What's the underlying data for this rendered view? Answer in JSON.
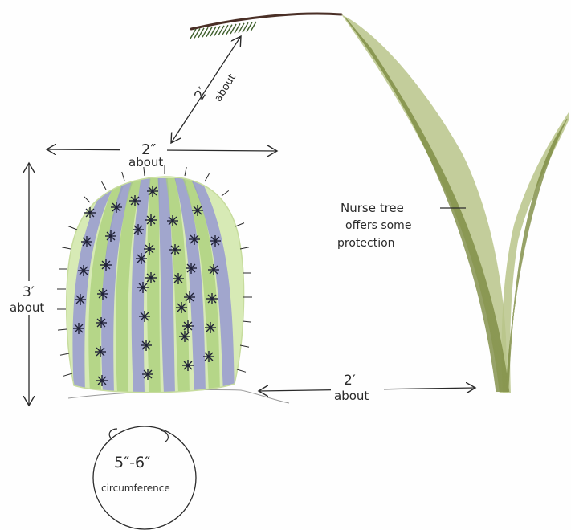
{
  "labels": {
    "top_distance_value": "2′",
    "top_distance_qualifier": "about",
    "width_value": "2″",
    "width_qualifier": "about",
    "height_value": "3′",
    "height_qualifier": "about",
    "ground_distance_value": "2′",
    "ground_distance_qualifier": "about",
    "nurse_tree_line1": "Nurse tree",
    "nurse_tree_line2": "offers some",
    "nurse_tree_line3": "protection",
    "circumference_value": "5″-6″",
    "circumference_word": "circumference"
  },
  "colors": {
    "ink": "#2a2a2a",
    "cactus_green": "#a9cf7a",
    "cactus_green_light": "#cfe6a6",
    "cactus_purple": "#8f8fd6",
    "tree_green": "#8c9a4e",
    "tree_dark": "#6b7a37",
    "branch_brown": "#4a2f26"
  }
}
